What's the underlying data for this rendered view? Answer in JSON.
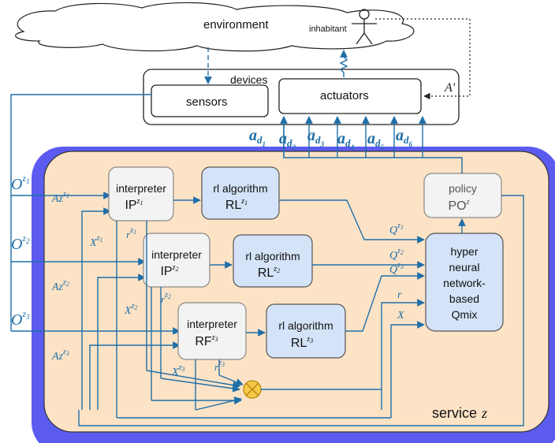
{
  "environment": {
    "label": "environment",
    "inhabitant_label": "inhabitant"
  },
  "devices": {
    "label": "devices",
    "sensors": "sensors",
    "actuators": "actuators",
    "feedback_label": "A'"
  },
  "actions": [
    {
      "base": "a",
      "sub": "d",
      "subsub": "1"
    },
    {
      "base": "a",
      "sub": "d",
      "subsub": "2"
    },
    {
      "base": "a",
      "sub": "d",
      "subsub": "3"
    },
    {
      "base": "a",
      "sub": "d",
      "subsub": "4"
    },
    {
      "base": "a",
      "sub": "d",
      "subsub": "5"
    },
    {
      "base": "a",
      "sub": "d",
      "subsub": "6"
    }
  ],
  "service": {
    "label": "service",
    "var": "z"
  },
  "observations": [
    {
      "base": "O",
      "sup": "z",
      "supsub": "1"
    },
    {
      "base": "O",
      "sup": "z",
      "supsub": "2"
    },
    {
      "base": "O",
      "sup": "z",
      "supsub": "3"
    }
  ],
  "az_inputs": [
    {
      "base": "Az",
      "sup": "z",
      "supsub": "1"
    },
    {
      "base": "Az",
      "sup": "z",
      "supsub": "2"
    },
    {
      "base": "Az",
      "sup": "z",
      "supsub": "3"
    }
  ],
  "interpreters": [
    {
      "title": "interpreter",
      "code": "IP",
      "sup": "z",
      "supsub": "1"
    },
    {
      "title": "interpreter",
      "code": "IP",
      "sup": "z",
      "supsub": "2"
    },
    {
      "title": "interpreter",
      "code": "RF",
      "sup": "z",
      "supsub": "3"
    }
  ],
  "rl_algorithms": [
    {
      "title": "rl algorithm",
      "code": "RL",
      "sup": "z",
      "supsub": "1"
    },
    {
      "title": "rl algorithm",
      "code": "RL",
      "sup": "z",
      "supsub": "2"
    },
    {
      "title": "rl algorithm",
      "code": "RL",
      "sup": "z",
      "supsub": "3"
    }
  ],
  "x_signals": [
    {
      "base": "X",
      "sup": "z",
      "supsub": "1"
    },
    {
      "base": "X",
      "sup": "z",
      "supsub": "2"
    },
    {
      "base": "X",
      "sup": "z",
      "supsub": "3"
    }
  ],
  "r_signals": [
    {
      "base": "r",
      "sup": "z",
      "supsub": "1"
    },
    {
      "base": "r",
      "sup": "z",
      "supsub": "2"
    },
    {
      "base": "r",
      "sup": "z",
      "supsub": "3"
    }
  ],
  "q_signals": [
    {
      "base": "Q",
      "sup": "z",
      "supsub": "1"
    },
    {
      "base": "Q",
      "sup": "z",
      "supsub": "2"
    },
    {
      "base": "Q",
      "sup": "z",
      "supsub": "3"
    }
  ],
  "mixer_inputs": {
    "r": "r",
    "x": "X"
  },
  "policy": {
    "title": "policy",
    "code": "PO",
    "sup": "z"
  },
  "qmix": {
    "lines": [
      "hyper",
      "neural",
      "network-",
      "based",
      "Qmix"
    ]
  },
  "colors": {
    "service_bg": "#fde3c6",
    "service_border": "#5b5bf0",
    "rl_fill": "#d4e3f7",
    "qmix_fill": "#d4e3f7",
    "arrow": "#1f6fa8",
    "sum_node": "#f7c84a"
  }
}
